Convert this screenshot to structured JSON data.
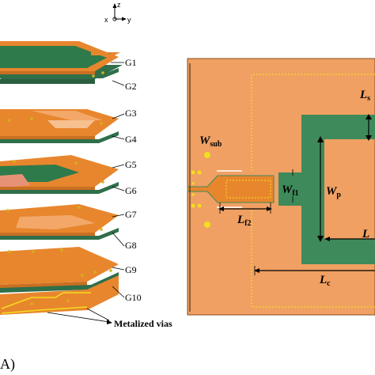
{
  "axes": {
    "x": "x",
    "y": "y",
    "z": "z"
  },
  "layer_labels": [
    "G1",
    "G2",
    "G3",
    "G4",
    "G5",
    "G6",
    "G7",
    "G8",
    "G9",
    "G10"
  ],
  "vias_label": "Metalized vias",
  "caption": "A)",
  "dimensions": {
    "Ls": {
      "main": "L",
      "sub": "s"
    },
    "Wsub": {
      "main": "W",
      "sub": "sub"
    },
    "Wf1": {
      "main": "W",
      "sub": "f1"
    },
    "Wp": {
      "main": "W",
      "sub": "p"
    },
    "Lf2": {
      "main": "L",
      "sub": "f2"
    },
    "Lp": {
      "main": "L",
      "sub": ""
    },
    "Lc": {
      "main": "L",
      "sub": "c"
    }
  },
  "colors": {
    "orange": "#f0a063",
    "copper": "#e8862e",
    "green": "#3e8a5a",
    "dark_green": "#2f6f4a",
    "via": "#f2de1e",
    "border": "#8a4a1f"
  }
}
